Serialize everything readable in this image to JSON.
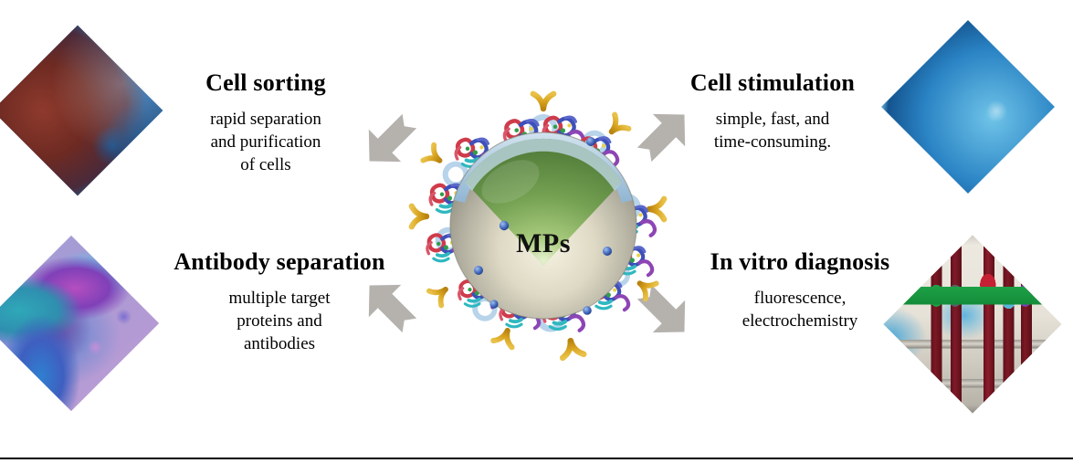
{
  "figure": {
    "center_label": "MPs",
    "background_color": "#ffffff",
    "rule_color": "#000000"
  },
  "blocks": [
    {
      "id": "cell-sorting",
      "title": "Cell sorting",
      "lines": [
        "rapid separation",
        "and purification",
        "of cells"
      ],
      "image_name": "cell-photo",
      "image_alt": "microscopy image of a cell"
    },
    {
      "id": "cell-stimulation",
      "title": "Cell stimulation",
      "lines": [
        "simple, fast, and",
        "time-consuming."
      ],
      "image_name": "cells-suspension-photo",
      "image_alt": "blue cells in suspension"
    },
    {
      "id": "antibody-separation",
      "title": "Antibody separation",
      "lines": [
        "multiple target",
        "proteins and",
        "antibodies"
      ],
      "image_name": "antibody-molecule-photo",
      "image_alt": "Y-shaped antibody molecule rendering"
    },
    {
      "id": "in-vitro-diagnosis",
      "title": "In vitro diagnosis",
      "lines": [
        "fluorescence,",
        "electrochemistry"
      ],
      "image_name": "blood-tubes-photo",
      "image_alt": "blood collection tubes in a rack"
    }
  ],
  "arrows": {
    "color": "#b5b2ae",
    "count": 4,
    "directions": [
      "up-left",
      "up-right",
      "down-left",
      "down-right"
    ]
  },
  "particle": {
    "label": "MPs",
    "body_color": "#a9a699",
    "body_highlight": "#f2eedd",
    "wedge_color": "#6f9c4e",
    "shell_color": "#b9d4e8",
    "antibody_color": "#d9a520",
    "crescent_color": "#b8d4ea",
    "dot_color": "#3a62b8",
    "protein_colors": [
      "#cf3b4a",
      "#3f4fb8",
      "#8d45b5",
      "#2fb8c0",
      "#2f9e4a"
    ]
  },
  "colors": {
    "text": "#000000",
    "arrow_grey": "#b5b2ae"
  }
}
